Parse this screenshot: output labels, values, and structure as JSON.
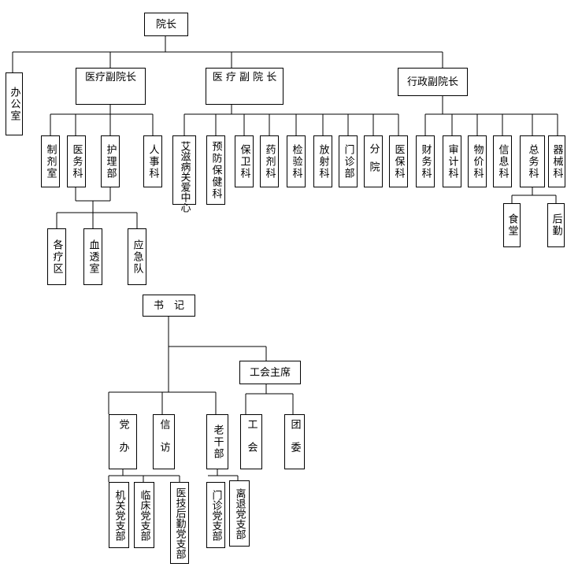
{
  "top_chart": {
    "president": "院长",
    "office": "办公室",
    "vp_medical_1": "医疗副院长",
    "vp_medical_2": "医 疗 副 院 长",
    "vp_admin": "行政副院长",
    "pharmacy_prep": "制剂室",
    "medical_affairs": "医务科",
    "nursing": "护理部",
    "hr": "人事科",
    "wards": "各疗区",
    "dialysis": "血透室",
    "emergency_team": "应急队",
    "aids_center": "艾滋病关爱中心",
    "prevention": "预防保健科",
    "security": "保卫科",
    "pharmacy": "药剂科",
    "lab": "检验科",
    "radiology": "放射科",
    "outpatient": "门诊部",
    "branch": "分院",
    "insurance": "医保科",
    "finance": "财务科",
    "audit": "审计科",
    "pricing": "物价科",
    "it": "信息科",
    "general_affairs": "总务科",
    "equipment": "器械科",
    "canteen": "食堂",
    "logistics": "后勤"
  },
  "bottom_chart": {
    "secretary": "书　记",
    "union_chair": "工会主席",
    "party_office": "党办",
    "petition": "信访",
    "retired_cadres": "老干部",
    "union": "工会",
    "youth_league": "团委",
    "branch_organs": "机关党支部",
    "branch_clinical": "临床党支部",
    "branch_medtech": "医技后勤党支部",
    "branch_outpatient": "门诊党支部",
    "branch_retired": "离退党支部"
  }
}
